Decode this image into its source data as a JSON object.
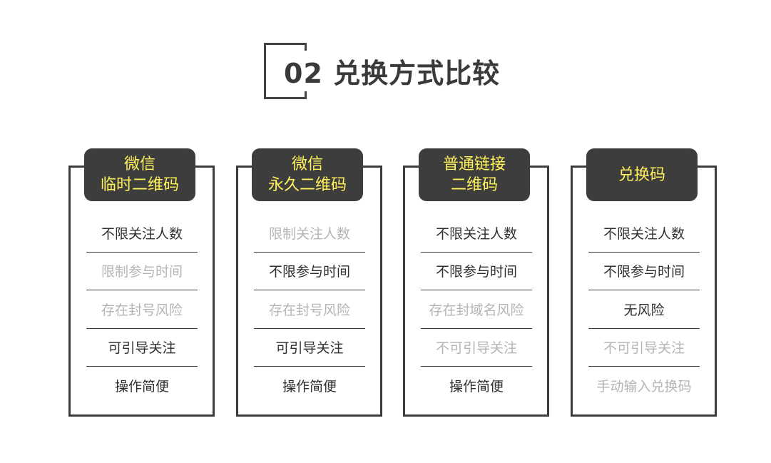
{
  "title": {
    "number": "02",
    "text": "兑换方式比较"
  },
  "colors": {
    "frame": "#3d3d3d",
    "header_text": "#fff25a",
    "active_text": "#2f2f2f",
    "inactive_text": "#b5b5b5"
  },
  "cards": [
    {
      "header": [
        "微信",
        "临时二维码"
      ],
      "rows": [
        {
          "text": "不限关注人数",
          "active": true
        },
        {
          "text": "限制参与时间",
          "active": false
        },
        {
          "text": "存在封号风险",
          "active": false
        },
        {
          "text": "可引导关注",
          "active": true
        },
        {
          "text": "操作简便",
          "active": true
        }
      ]
    },
    {
      "header": [
        "微信",
        "永久二维码"
      ],
      "rows": [
        {
          "text": "限制关注人数",
          "active": false
        },
        {
          "text": "不限参与时间",
          "active": true
        },
        {
          "text": "存在封号风险",
          "active": false
        },
        {
          "text": "可引导关注",
          "active": true
        },
        {
          "text": "操作简便",
          "active": true
        }
      ]
    },
    {
      "header": [
        "普通链接",
        "二维码"
      ],
      "rows": [
        {
          "text": "不限关注人数",
          "active": true
        },
        {
          "text": "不限参与时间",
          "active": true
        },
        {
          "text": "存在封域名风险",
          "active": false
        },
        {
          "text": "不可引导关注",
          "active": false
        },
        {
          "text": "操作简便",
          "active": true
        }
      ]
    },
    {
      "header": [
        "兑换码"
      ],
      "rows": [
        {
          "text": "不限关注人数",
          "active": true
        },
        {
          "text": "不限参与时间",
          "active": true
        },
        {
          "text": "无风险",
          "active": true
        },
        {
          "text": "不可引导关注",
          "active": false
        },
        {
          "text": "手动输入兑换码",
          "active": false
        }
      ]
    }
  ]
}
